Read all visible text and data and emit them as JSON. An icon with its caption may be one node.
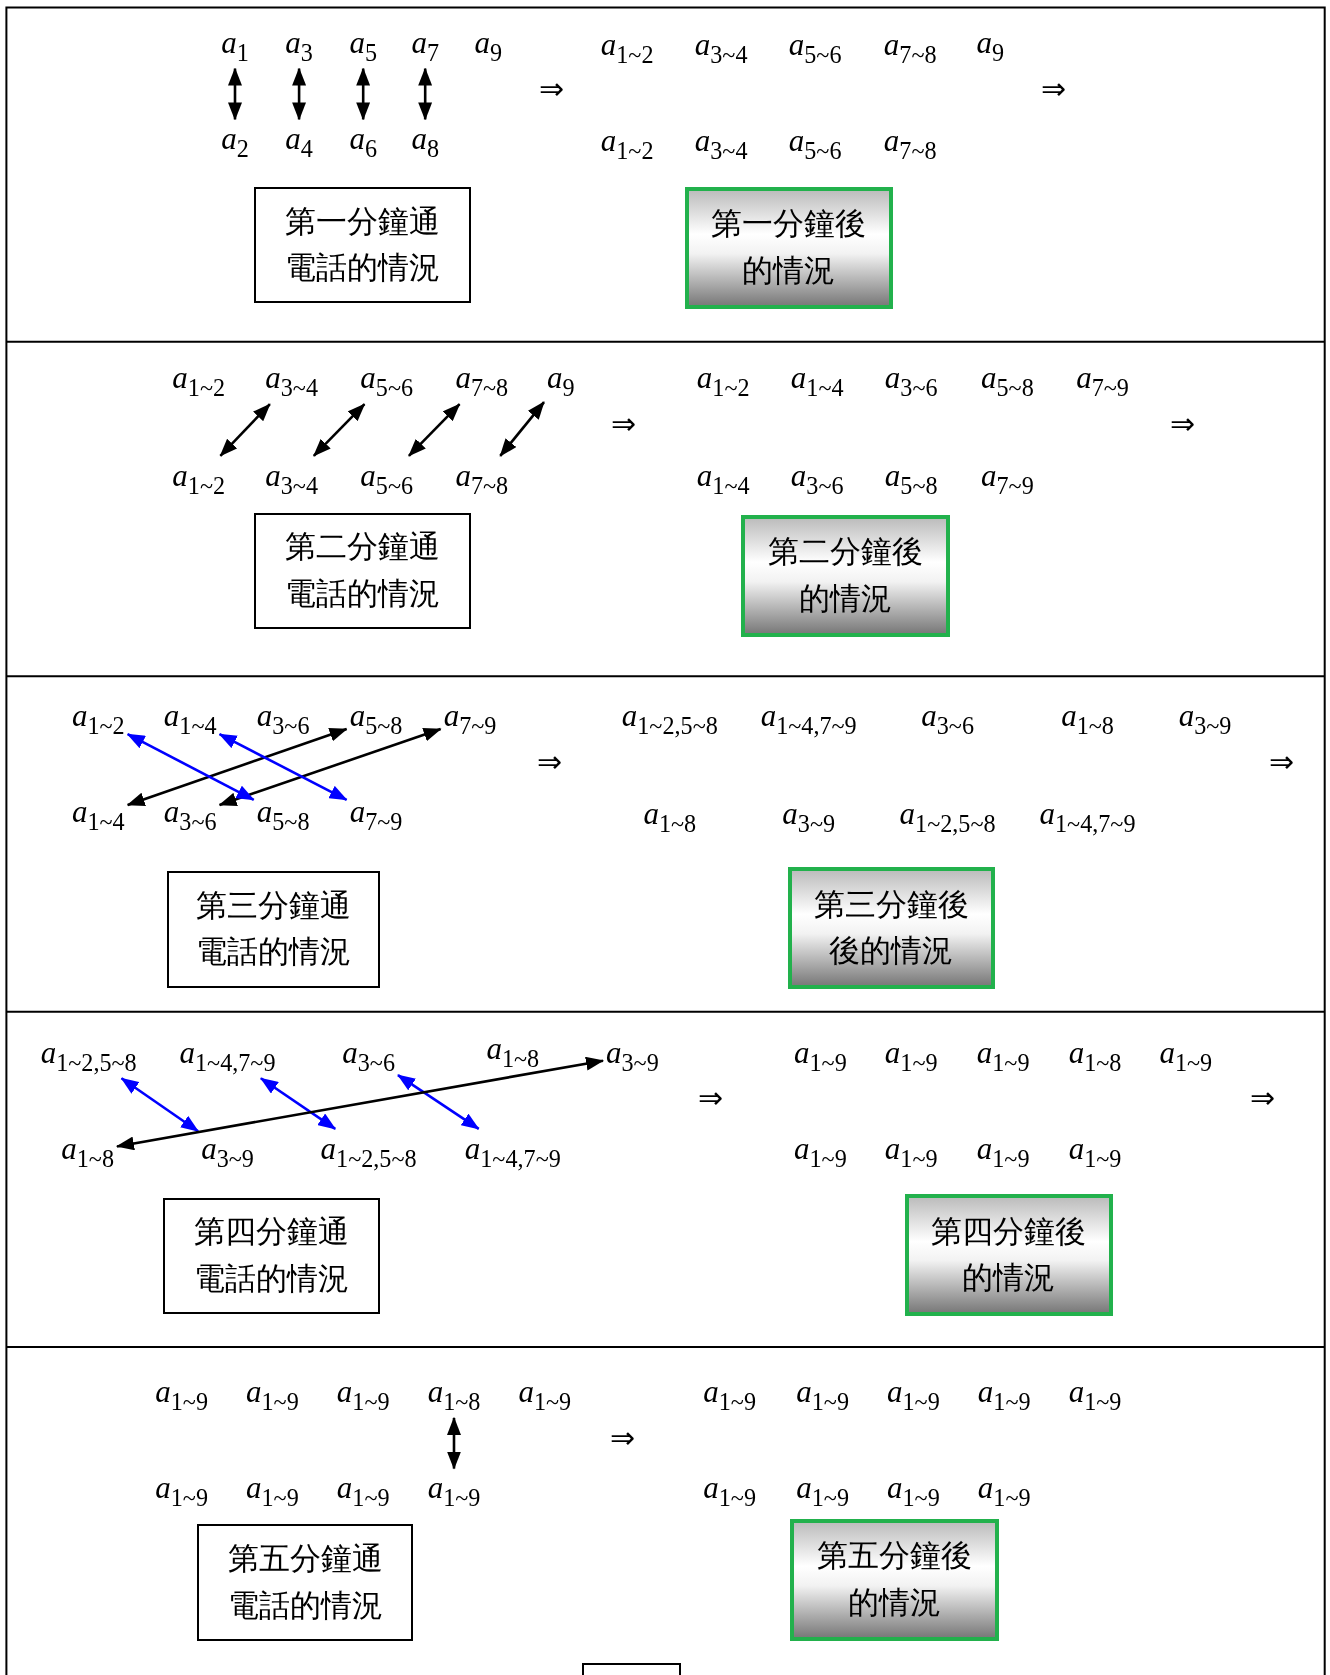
{
  "diagram": {
    "nodes": [
      {
        "text": [
          "*a*$_{1}$"
        ]
      },
      {
        "text": [
          "*a*$_{3}$"
        ]
      },
      {
        "text": [
          "*a*$_{5}$"
        ]
      },
      {
        "text": [
          "*a*$_{7}$"
        ]
      },
      {
        "text": [
          "*a*$_{2}$"
        ]
      },
      {
        "text": [
          "*a*$_{4}$"
        ]
      },
      {
        "text": [
          "*a*$_{6}$"
        ]
      },
      {
        "text": [
          "*a*$_{8}$"
        ]
      },
      {
        "text": [
          "第一分鐘通電話的情況"
        ]
      },
      {
        "text": [
          "第一分鐘後的情況"
        ]
      },
      {
        "text": [
          "*a*$_{3~4}$"
        ]
      },
      {
        "text": [
          "*a*$_{5~6}$"
        ]
      },
      {
        "text": [
          "*a*$_{7~8}$"
        ]
      },
      {
        "text": [
          "*a*$_{9}$"
        ]
      },
      {
        "text": [
          "*a*$_{1~2}$"
        ]
      },
      {
        "text": [
          "*a*$_{3~4}$"
        ]
      },
      {
        "text": [
          "*a*$_{5~6}$"
        ]
      },
      {
        "text": [
          "*a*$_{7~8}$"
        ]
      },
      {
        "text": [
          "第二分鐘通電話的情況"
        ]
      },
      {
        "text": [
          "第二分鐘後的情況"
        ]
      },
      {
        "text": [
          "*a*$_{1~2}$"
        ]
      },
      {
        "text": [
          "*a*$_{1~4}$"
        ]
      },
      {
        "text": [
          "*a*$_{5~8}$"
        ]
      },
      {
        "text": [
          "*a*$_{7~9}$"
        ]
      },
      {
        "text": [
          "*a*$_{1~4}$"
        ]
      },
      {
        "text": [
          "*a*$_{3~6}$"
        ]
      },
      {
        "text": [
          "*a*$_{5~8}$"
        ]
      },
      {
        "text": [
          "*a*$_{7~9}$"
        ]
      },
      {
        "text": [
          "第三分鐘通電話的情況"
        ]
      },
      {
        "text": [
          "第三分鐘後後的情況"
        ]
      },
      {
        "text": [
          "*a*$_{1~2,5~8}$"
        ]
      },
      {
        "text": [
          "*a*$_{1~4,7~9}$"
        ]
      },
      {
        "text": [
          "*a*$_{3~6}$"
        ]
      },
      {
        "text": [
          "*a*$_{3~9}$"
        ]
      },
      {
        "text": [
          "*a*$_{1~8}$"
        ]
      },
      {
        "text": [
          "*a*$_{3~9}$"
        ]
      },
      {
        "text": [
          "*a*$_{1~2,5~8}$"
        ]
      },
      {
        "text": [
          "*a*$_{1~4,7~9}$"
        ]
      },
      {
        "text": [
          "第四分鐘通電話的情況"
        ]
      },
      {
        "text": [
          "第四分鐘後的情況"
        ]
      },
      {
        "text": [
          "*a*$_{1~8}$"
        ]
      },
      {
        "text": [
          "*a*$_{1~9}$"
        ]
      },
      {
        "text": [
          "第五分鐘通電話的情況"
        ]
      },
      {
        "text": [
          "第五分鐘後的情況"
        ]
      },
      {
        "text": [],
        "shape": "box"
      }
    ],
    "edges": [
      {
        "from": 0,
        "to": 4,
        "arrow": "both"
      },
      {
        "from": 1,
        "to": 5,
        "arrow": "both"
      },
      {
        "from": 2,
        "to": 6,
        "arrow": "both"
      },
      {
        "from": 3,
        "to": 7,
        "arrow": "both"
      },
      {
        "from": 14,
        "to": 10,
        "arrow": "both"
      },
      {
        "from": 15,
        "to": 11,
        "arrow": "both"
      },
      {
        "from": 16,
        "to": 12,
        "arrow": "both"
      },
      {
        "from": 17,
        "to": 13,
        "arrow": "both"
      },
      {
        "from": 24,
        "to": 22,
        "arrow": "both"
      },
      {
        "from": 25,
        "to": 23,
        "arrow": "both"
      },
      {
        "from": 20,
        "to": 26,
        "arrow": "both",
        "color": "#0000ff"
      },
      {
        "from": 21,
        "to": 27,
        "arrow": "both",
        "color": "#0000ff"
      },
      {
        "from": 30,
        "to": 35,
        "arrow": "both",
        "color": "#0000ff"
      },
      {
        "from": 31,
        "to": 36,
        "arrow": "both",
        "color": "#0000ff"
      },
      {
        "from": 32,
        "to": 37,
        "arrow": "both",
        "color": "#0000ff"
      },
      {
        "from": 34,
        "to": 33,
        "arrow": "both"
      },
      {
        "from": 40,
        "to": 41,
        "arrow": "both"
      }
    ],
    "labels": [
      "*a*$_{9}$",
      "⇒",
      "*a*$_{1~2}$",
      "*a*$_{3~4}$",
      "*a*$_{5~6}$",
      "*a*$_{7~8}$",
      "*a*$_{9}$",
      "⇒",
      "*a*$_{1~2}$",
      "*a*$_{3~4}$",
      "*a*$_{5~6}$",
      "*a*$_{7~8}$",
      "*a*$_{1~2}$",
      "⇒",
      "*a*$_{1~2}$",
      "*a*$_{1~4}$",
      "*a*$_{3~6}$",
      "*a*$_{5~8}$",
      "*a*$_{7~9}$",
      "⇒",
      "*a*$_{1~4}$",
      "*a*$_{3~6}$",
      "*a*$_{5~8}$",
      "*a*$_{7~9}$",
      "*a*$_{3~6}$",
      "⇒",
      "*a*$_{1~2,5~8}$",
      "*a*$_{1~4,7~9}$",
      "*a*$_{3~6}$",
      "*a*$_{1~8}$",
      "*a*$_{3~9}$",
      "⇒",
      "*a*$_{1~8}$",
      "*a*$_{3~9}$",
      "*a*$_{1~2,5~8}$",
      "*a*$_{1~4,7~9}$",
      "*a*$_{1~8}$",
      "⇒",
      "*a*$_{1~9}$",
      "*a*$_{1~9}$",
      "*a*$_{1~9}$",
      "*a*$_{1~8}$",
      "*a*$_{1~9}$",
      "⇒",
      "*a*$_{1~9}$",
      "*a*$_{1~9}$",
      "*a*$_{1~9}$",
      "*a*$_{1~9}$",
      "*a*$_{1~9}$",
      "*a*$_{1~9}$",
      "*a*$_{1~9}$",
      "*a*$_{1~9}$",
      "*a*$_{1~9}$",
      "*a*$_{1~9}$",
      "*a*$_{1~9}$",
      "⇒",
      "*a*$_{1~9}$",
      "*a*$_{1~9}$",
      "*a*$_{1~9}$",
      "*a*$_{1~9}$",
      "*a*$_{1~9}$",
      "*a*$_{1~9}$",
      "*a*$_{1~9}$",
      "*a*$_{1~9}$",
      "*a*$_{1~9}$"
    ]
  }
}
